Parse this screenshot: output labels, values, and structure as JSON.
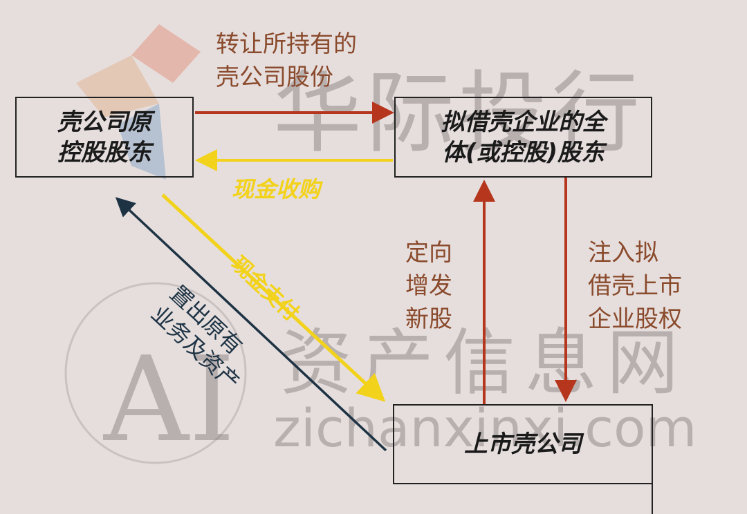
{
  "watermarks": {
    "brand": "华际投行",
    "site_cn": "资产信息网",
    "site_url": "zichanxinxi.com",
    "ai_mark": "AI"
  },
  "boxes": {
    "original_controller": "壳公司原\n控股股东",
    "shell_borrower": "拟借壳企业的全\n体(或控股)股东",
    "listed_shell": "上市壳公司"
  },
  "arrows": {
    "transfer_shares": "转让所持有的\n壳公司股份",
    "cash_acquisition": "现金收购",
    "cash_payment": "现金支付",
    "divest_assets": "置出原有\n业务及资产",
    "directed_issue": "定向\n增发\n新股",
    "inject_equity": "注入拟\n借壳上市\n企业股权"
  },
  "colors": {
    "red": "#b5361c",
    "yellow": "#f2d21a",
    "navy": "#1d3344",
    "brown_text": "#8a4a2c"
  }
}
